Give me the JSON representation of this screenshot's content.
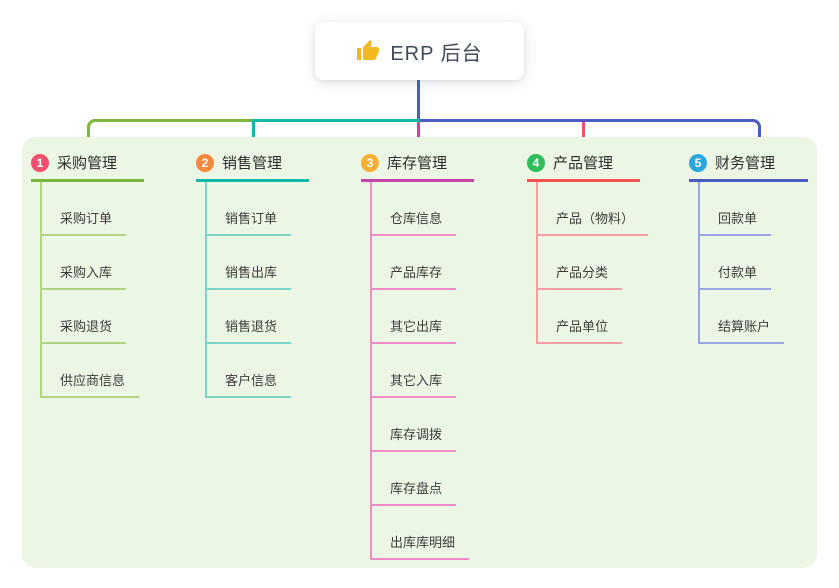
{
  "root": {
    "label": "ERP 后台",
    "icon": "thumbs-up-icon",
    "icon_color": "#f3b81f",
    "card_bg": "#ffffff",
    "text_color": "#3e4a5b"
  },
  "connectors": {
    "root_stem_color": "#4a5bc4",
    "bus_left_color": "#7db63f",
    "bus_mid_color": "#12b9a8",
    "bus_right_color": "#4a5bc4",
    "drop_branch3_color": "#d23f9e",
    "drop_branch4_color": "#f05560"
  },
  "panel": {
    "bg_color": "#ecf6e5"
  },
  "branches": [
    {
      "badge": "1",
      "label": "采购管理",
      "badge_color": "#f0506e",
      "line_color": "#7db63f",
      "child_line_color": "#b2d584",
      "children": [
        "采购订单",
        "采购入库",
        "采购退货",
        "供应商信息"
      ]
    },
    {
      "badge": "2",
      "label": "销售管理",
      "badge_color": "#f5883f",
      "line_color": "#12b9a8",
      "child_line_color": "#7cd4c8",
      "children": [
        "销售订单",
        "销售出库",
        "销售退货",
        "客户信息"
      ]
    },
    {
      "badge": "3",
      "label": "库存管理",
      "badge_color": "#f7b031",
      "line_color": "#c845a8",
      "child_line_color": "#ef8cc9",
      "children": [
        "仓库信息",
        "产品库存",
        "其它出库",
        "其它入库",
        "库存调拨",
        "库存盘点",
        "出库库明细"
      ]
    },
    {
      "badge": "4",
      "label": "产品管理",
      "badge_color": "#2fbf5a",
      "line_color": "#f05353",
      "child_line_color": "#f79da4",
      "children": [
        "产品（物料）",
        "产品分类",
        "产品单位"
      ]
    },
    {
      "badge": "5",
      "label": "财务管理",
      "badge_color": "#29a8e0",
      "line_color": "#4a5bc4",
      "child_line_color": "#98a5e2",
      "children": [
        "回款单",
        "付款单",
        "结算账户"
      ]
    }
  ]
}
